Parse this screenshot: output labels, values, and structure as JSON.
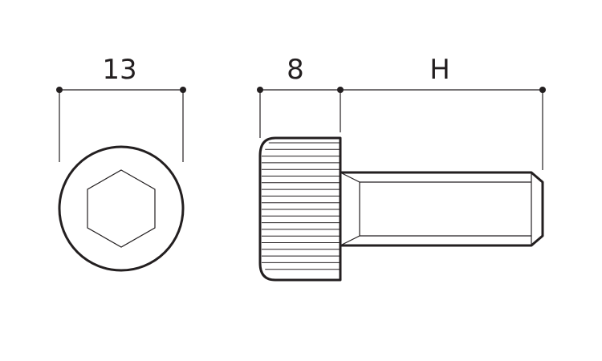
{
  "dimensions": {
    "head_diameter": "13",
    "head_height": "8",
    "shank_length": "H"
  },
  "colors": {
    "line": "#231f20",
    "background": "#ffffff"
  }
}
